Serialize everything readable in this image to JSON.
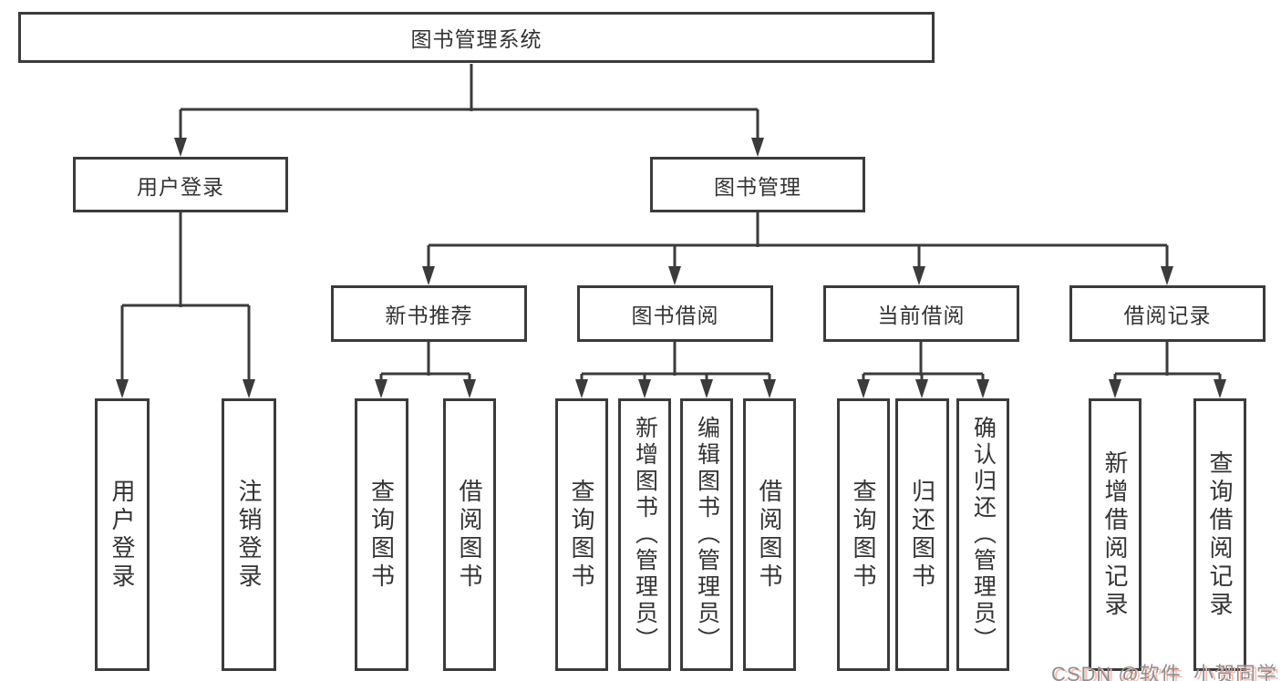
{
  "nodes": {
    "root": "图书管理系统",
    "level2": [
      "用户登录",
      "图书管理"
    ],
    "level3": [
      "新书推荐",
      "图书借阅",
      "当前借阅",
      "借阅记录"
    ],
    "leaves": [
      "用户登录",
      "注销登录",
      "查询图书",
      "借阅图书",
      "查询图书",
      "新增图书（管理员）",
      "编辑图书（管理员）",
      "借阅图书",
      "查询图书",
      "归还图书",
      "确认归还（管理员）",
      "新增借阅记录",
      "查询借阅记录"
    ]
  },
  "hierarchy": {
    "图书管理系统": [
      "用户登录",
      "图书管理"
    ],
    "用户登录": [
      "用户登录",
      "注销登录"
    ],
    "图书管理": [
      "新书推荐",
      "图书借阅",
      "当前借阅",
      "借阅记录"
    ],
    "新书推荐": [
      "查询图书",
      "借阅图书"
    ],
    "图书借阅": [
      "查询图书",
      "新增图书（管理员）",
      "编辑图书（管理员）",
      "借阅图书"
    ],
    "当前借阅": [
      "查询图书",
      "归还图书",
      "确认归还（管理员）"
    ],
    "借阅记录": [
      "新增借阅记录",
      "查询借阅记录"
    ]
  },
  "watermark": {
    "text": "CSDN @软件_小贺同学"
  },
  "colors": {
    "line": "#3b3b3b",
    "text": "#333333",
    "background": "#ffffff",
    "watermark_text": "#8f8f8f",
    "watermark_shadow": "#f9bdb4"
  }
}
